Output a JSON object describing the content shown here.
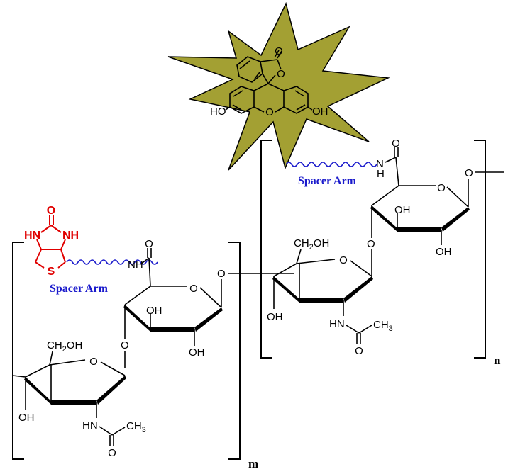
{
  "colors": {
    "starburst_fill": "#a3a033",
    "spacer": "#1a1acc",
    "biotin": "#e00000",
    "bonds": "#000000"
  },
  "fluorescein": {
    "o_carbonyl": "O",
    "o_lactone": "O",
    "o_xanthene": "O",
    "ho_left": "HO",
    "oh_right": "OH"
  },
  "biotin": {
    "o": "O",
    "hn_left": "HN",
    "nh_right": "NH",
    "s": "S"
  },
  "unit_m": {
    "spacer_label": "Spacer Arm",
    "amide_o": "O",
    "amide_nh": "NH",
    "ring_o_upper": "O",
    "oh_1": "OH",
    "oh_2": "OH",
    "glyco_o": "O",
    "link_o": "O",
    "ch2oh": "CH2OH",
    "ring_o_lower": "O",
    "oh_lower": "OH",
    "hn": "HN",
    "acetyl_ch3": "CH3",
    "acetyl_o": "O",
    "repeat": "m"
  },
  "unit_n": {
    "spacer_label": "Spacer Arm",
    "amide_o": "O",
    "amide_n": "N",
    "amide_h": "H",
    "ring_o_upper": "O",
    "oh_1": "OH",
    "oh_2": "OH",
    "glyco_o": "O",
    "end_o": "O",
    "ch2oh": "CH2OH",
    "ring_o_lower": "O",
    "oh_lower": "OH",
    "hn": "HN",
    "acetyl_ch3": "CH3",
    "acetyl_o": "O",
    "repeat": "n"
  }
}
